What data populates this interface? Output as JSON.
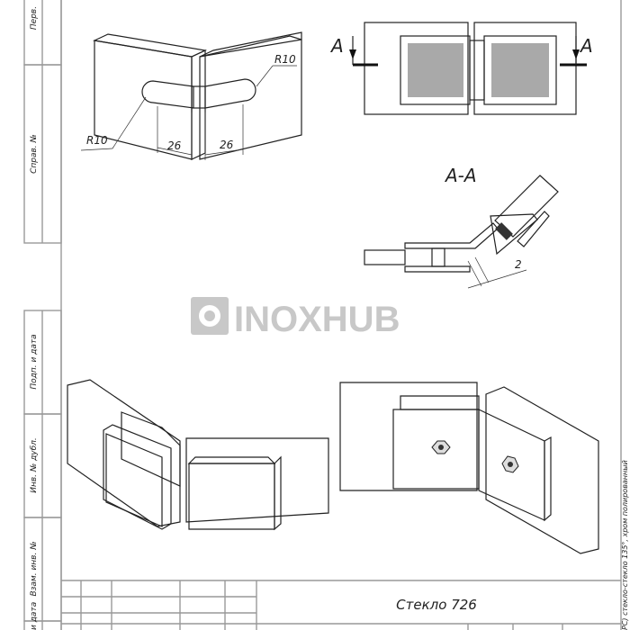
{
  "sheet": {
    "title": "Стекло 726",
    "side_note": "РС) стекло-стекло 135°, хром полированный",
    "margin_labels": [
      "Перв.",
      "Справ. №",
      "Подп. и дата",
      "Инв. № дубл.",
      "Взам. инв. №",
      "и дата"
    ]
  },
  "iso_plates": {
    "radius_left": "R10",
    "radius_right": "R10",
    "dim_left": "26",
    "dim_right": "26"
  },
  "top_view": {
    "section_mark_left": "A",
    "section_mark_right": "A"
  },
  "section": {
    "title": "A-A",
    "dim_gap": "2"
  },
  "watermark": {
    "text": "INOXHUB",
    "color": "#c8c8c8"
  },
  "colors": {
    "line": "#222222",
    "hinge_dark": "#4a4a4a",
    "hinge_face": "#a9a9a9",
    "glass": "#e6e6e6"
  }
}
